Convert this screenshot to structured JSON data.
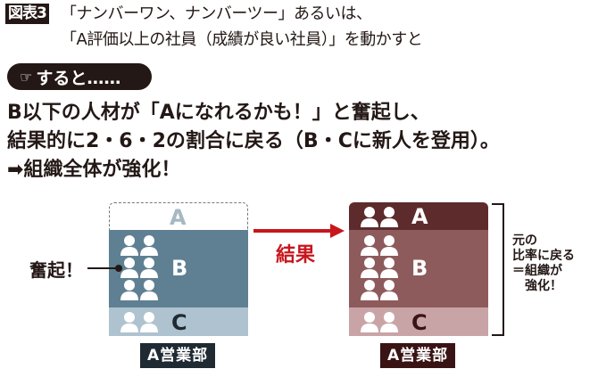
{
  "header": {
    "figure_label": "図表3",
    "title_line1": "「ナンバーワン、ナンバーツー」あるいは、",
    "title_line2": "「A評価以上の社員（成績が良い社員）」を動かすと"
  },
  "pill": {
    "icon": "pointing-hand-icon",
    "label": "すると……"
  },
  "body": {
    "line1": "B以下の人材が「Aになれるかも！」と奮起し、",
    "line2": "結果的に2・6・2の割合に戻る（B・Cに新人を登用）。",
    "line3": "➡組織全体が強化！"
  },
  "diagram": {
    "left": {
      "annotation": "奮起！",
      "sections": [
        {
          "label": "A",
          "people": 0,
          "state": "empty-dashed"
        },
        {
          "label": "B",
          "people": 6
        },
        {
          "label": "C",
          "people": 2
        }
      ],
      "dept_label": "A営業部",
      "colors": {
        "a_text": "#a5b8c3",
        "b_bg": "#5f8093",
        "c_bg": "#aec3cf",
        "dept_bg": "#1f2a33"
      }
    },
    "arrow": {
      "label": "結果",
      "color": "#c8161d"
    },
    "right": {
      "sections": [
        {
          "label": "A",
          "people": 2
        },
        {
          "label": "B",
          "people": 6
        },
        {
          "label": "C",
          "people": 2
        }
      ],
      "dept_label": "A営業部",
      "side_note": [
        "元の",
        "比率に戻る",
        "＝組織が",
        "強化！"
      ],
      "colors": {
        "a_bg": "#5e2b2c",
        "b_bg": "#8e5b5c",
        "c_bg": "#c9a4a6",
        "dept_bg": "#3a1414"
      }
    }
  }
}
